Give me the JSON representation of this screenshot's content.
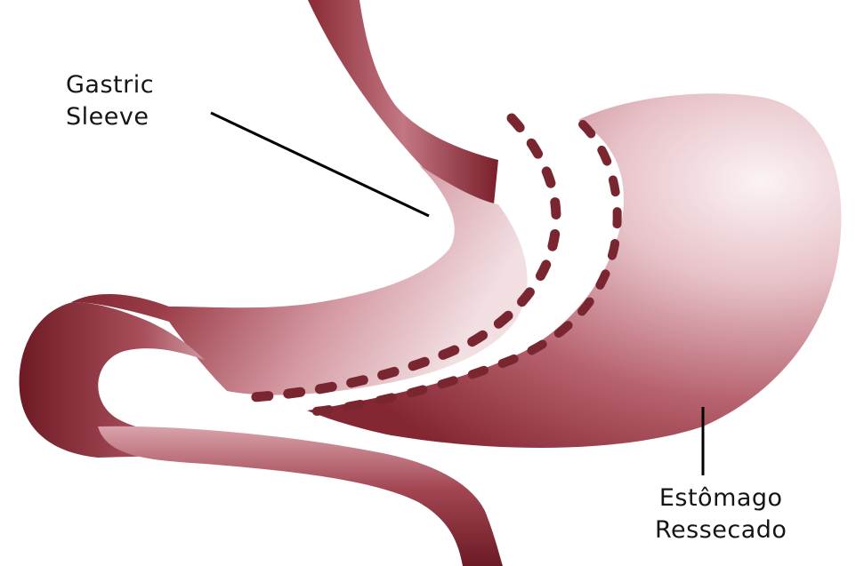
{
  "labels": {
    "gastric_sleeve": [
      "Gastric",
      "Sleeve"
    ],
    "resected_stomach": [
      "Estômago",
      "Ressecado"
    ]
  },
  "colors": {
    "tissue_dark": "#6e1a24",
    "tissue_mid": "#a04a56",
    "tissue_light": "#f4e6e8",
    "staple_line": "#7a2630",
    "leader_line": "#000000",
    "text": "#151515"
  }
}
